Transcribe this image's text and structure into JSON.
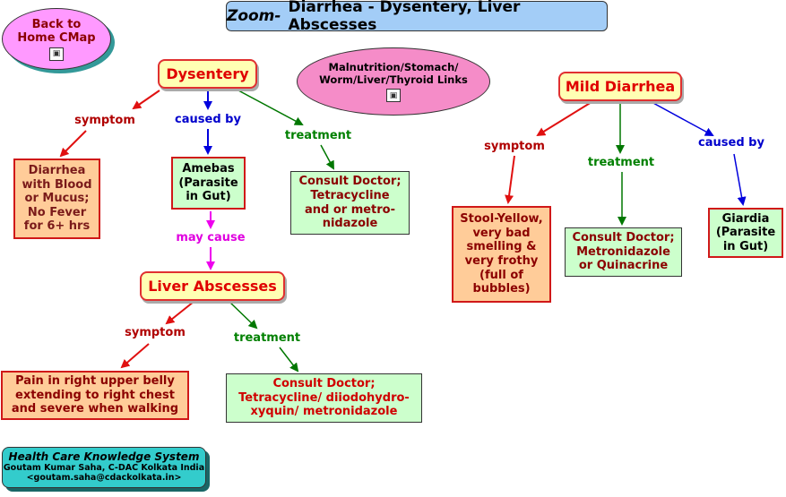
{
  "title": {
    "zoom": "Zoom-",
    "text": "Diarrhea - Dysentery, Liver Abscesses"
  },
  "home_button": {
    "line1": "Back to",
    "line2": "Home CMap",
    "icon": "concept-map-icon"
  },
  "links_oval": {
    "line1": "Malnutrition/Stomach/",
    "line2": "Worm/Liver/Thyroid Links",
    "icon": "concept-map-icon"
  },
  "concepts": {
    "dysentery": "Dysentery",
    "dys_symptom": [
      "Diarrhea",
      "with Blood",
      "or Mucus;",
      "No Fever",
      "for 6+ hrs"
    ],
    "amebas": [
      "Amebas",
      "(Parasite",
      "in Gut)"
    ],
    "dys_treatment": [
      "Consult Doctor;",
      "Tetracycline",
      "and or metro-",
      "nidazole"
    ],
    "liver_abscesses": "Liver Abscesses",
    "liver_symptom": [
      "Pain in right upper belly",
      "extending to right chest",
      "and severe when walking"
    ],
    "liver_treatment": [
      "Consult Doctor;",
      "Tetracycline/ diiodohydro-",
      "xyquin/ metronidazole"
    ],
    "mild_diarrhea": "Mild Diarrhea",
    "mild_symptom": [
      "Stool-Yellow,",
      "very bad",
      "smelling &",
      "very frothy",
      "(full of",
      "bubbles)"
    ],
    "mild_treatment": [
      "Consult Doctor;",
      "Metronidazole",
      "or Quinacrine"
    ],
    "giardia": [
      "Giardia",
      "(Parasite",
      "in Gut)"
    ]
  },
  "link_labels": {
    "dys_symptom": "symptom",
    "dys_caused_by": "caused by",
    "dys_treatment": "treatment",
    "may_cause": "may cause",
    "liver_symptom": "symptom",
    "liver_treatment": "treatment",
    "mild_symptom": "symptom",
    "mild_treatment": "treatment",
    "mild_caused_by": "caused by"
  },
  "footer": {
    "line1": "Health Care Knowledge System",
    "line2": "Goutam Kumar Saha, C-DAC Kolkata India",
    "line3": "<goutam.saha@cdackolkata.in>"
  },
  "colors": {
    "red_link": "#e01010",
    "blue_link": "#0000dd",
    "green_link": "#007700",
    "magenta_link": "#ee00ee"
  }
}
